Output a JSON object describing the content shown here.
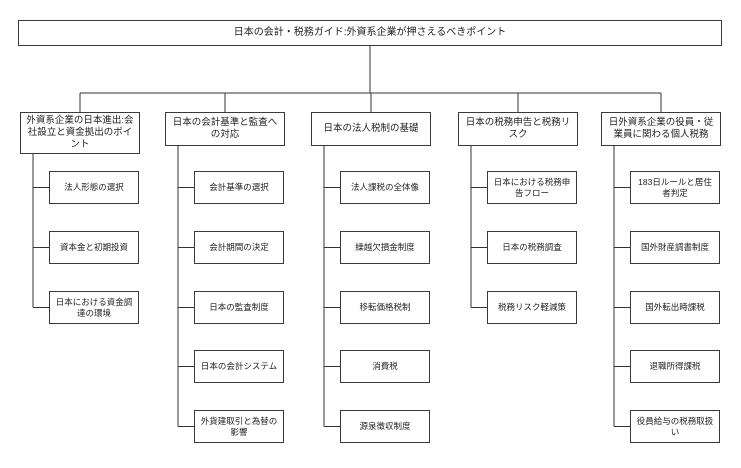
{
  "root": {
    "title": "日本の会計・税務ガイド:外資系企業が押さえるべきポイント"
  },
  "columns": [
    {
      "header": "外資系企業の日本進出:会社設立と資金拠出のポイント",
      "children": [
        "法人形態の選択",
        "資本金と初期投資",
        "日本における資金調達の環境"
      ]
    },
    {
      "header": "日本の会計基準と監査への対応",
      "children": [
        "会計基準の選択",
        "会計期間の決定",
        "日本の監査制度",
        "日本の会計システム",
        "外貨建取引と為替の影響"
      ]
    },
    {
      "header": "日本の法人税制の基礎",
      "children": [
        "法人課税の全体像",
        "繰越欠損金制度",
        "移転価格税制",
        "消費税",
        "源泉徴収制度"
      ]
    },
    {
      "header": "日本の税務申告と税務リスク",
      "children": [
        "日本における税務申告フロー",
        "日本の税務調査",
        "税務リスク軽減策"
      ]
    },
    {
      "header": "日外資系企業の役員・従業員に関わる個人税務",
      "children": [
        "183日ルールと居住者判定",
        "国外財産調書制度",
        "国外転出時課税",
        "退職所得課税",
        "役員給与の税務取扱い"
      ]
    }
  ],
  "colors": {
    "background": "#ffffff",
    "box_border": "#3a3a3a",
    "connector_line": "#333333",
    "text": "#1f1f1f"
  }
}
